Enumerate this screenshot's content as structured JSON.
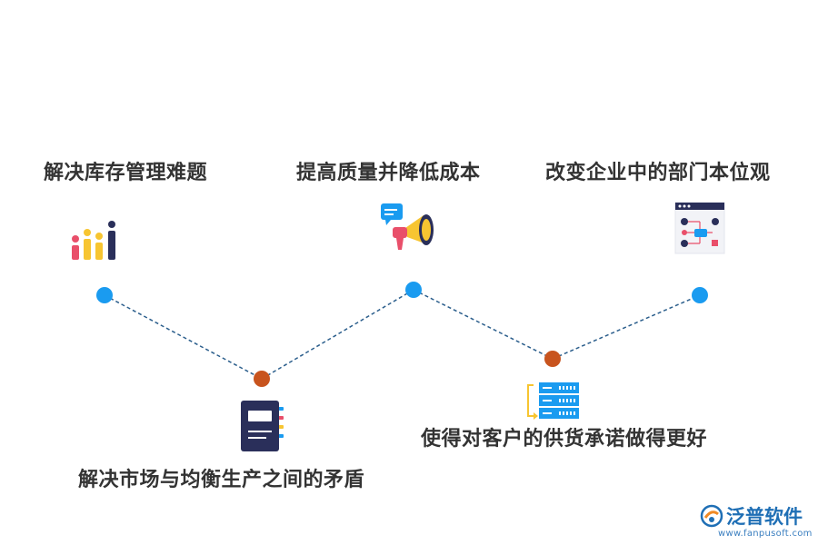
{
  "items": [
    {
      "label": "解决库存管理难题",
      "icon": "bar-chart-icon"
    },
    {
      "label": "提高质量并降低成本",
      "icon": "megaphone-icon"
    },
    {
      "label": "改变企业中的部门本位观",
      "icon": "flowchart-window-icon"
    },
    {
      "label": "解决市场与均衡生产之间的矛盾",
      "icon": "notebook-icon"
    },
    {
      "label": "使得对客户的供货承诺做得更好",
      "icon": "server-rack-icon"
    }
  ],
  "colors": {
    "top_node": "#1a9bf0",
    "bottom_node": "#c8541e",
    "line": "#2b5e8c",
    "text": "#333333",
    "brand": "#1f6fb5"
  },
  "logo": {
    "name": "泛普软件",
    "url": "www.fanpusoft.com"
  }
}
